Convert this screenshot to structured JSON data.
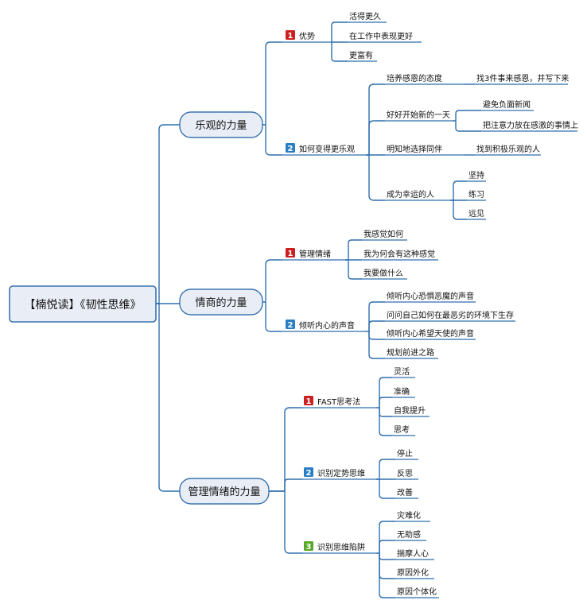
{
  "root": {
    "label": "【楠悦读】《韧性思维》"
  },
  "marker_colors": {
    "1": "#cc1f1f",
    "2": "#2a7fc4",
    "3": "#5aa82a"
  },
  "branches": [
    {
      "label": "乐观的力量",
      "subs": [
        {
          "marker": "1",
          "label": "优势",
          "children": [
            "活得更久",
            "在工作中表现更好",
            "更富有"
          ]
        },
        {
          "marker": "2",
          "label": "如何变得更乐观",
          "children": [
            {
              "label": "培养感恩的态度",
              "children": [
                "找3件事来感恩，并写下来"
              ]
            },
            {
              "label": "好好开始新的一天",
              "children": [
                "避免负面新闻",
                "把注意力放在感激的事情上"
              ]
            },
            {
              "label": "明知地选择同伴",
              "children": [
                "找到积极乐观的人"
              ]
            },
            {
              "label": "成为幸运的人",
              "children": [
                "坚持",
                "练习",
                "远见"
              ]
            }
          ]
        }
      ]
    },
    {
      "label": "情商的力量",
      "subs": [
        {
          "marker": "1",
          "label": "管理情绪",
          "children": [
            "我感觉如何",
            "我为何会有这种感觉",
            "我要做什么"
          ]
        },
        {
          "marker": "2",
          "label": "倾听内心的声音",
          "children": [
            "倾听内心恐惧恶魔的声音",
            "问问自己如何在最恶劣的环境下生存",
            "倾听内心希望天使的声音",
            "规划前进之路"
          ]
        }
      ]
    },
    {
      "label": "管理情绪的力量",
      "subs": [
        {
          "marker": "1",
          "label": "FAST思考法",
          "children": [
            "灵活",
            "准确",
            "自我提升",
            "思考"
          ]
        },
        {
          "marker": "2",
          "label": "识别定势思维",
          "children": [
            "停止",
            "反思",
            "改善"
          ]
        },
        {
          "marker": "3",
          "label": "识别思维陷阱",
          "children": [
            "灾难化",
            "无助感",
            "揣摩人心",
            "原因外化",
            "原因个体化"
          ]
        }
      ]
    }
  ]
}
